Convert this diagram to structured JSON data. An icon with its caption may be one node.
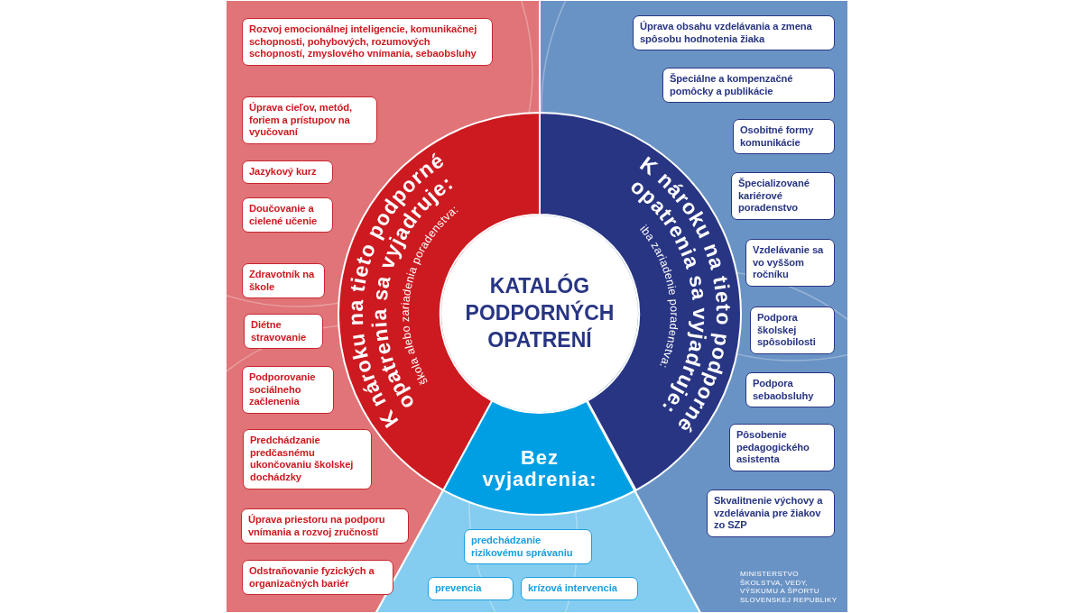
{
  "diagram": {
    "nodes": [
      {
        "text": [
          "KATALÓG PODPORNÝCH OPATRENÍ"
        ]
      },
      {
        "text": [
          "K nároku na tieto podporné opatrenia sa vyjadruje:",
          "škola alebo zariadenia poradenstva:"
        ]
      },
      {
        "text": [
          "Rozvoj emocionálnej inteligencie, komunikačnej schopnosti, pohybových, rozumových schopností, zmyslového vnímania, sebaobsluhy"
        ]
      },
      {
        "text": [
          "Úprava cieľov, metód, foriem a prístupov na vyučovaní"
        ]
      },
      {
        "text": [
          "Jazykový kurz"
        ]
      },
      {
        "text": [
          "Doučovanie a cielené učenie"
        ]
      },
      {
        "text": [
          "Zdravotník na škole"
        ]
      },
      {
        "text": [
          "Diétne stravovanie"
        ]
      },
      {
        "text": [
          "Podporovanie sociálneho začlenenia"
        ]
      },
      {
        "text": [
          "Predchádzanie predčasnému ukončovaniu školskej dochádzky"
        ]
      },
      {
        "text": [
          "Úprava priestoru na podporu vnímania a rozvoj zručností"
        ]
      },
      {
        "text": [
          "Odstraňovanie fyzických a organizačných bariér"
        ]
      },
      {
        "text": [
          "K nároku na tieto podporné opatrenia sa vyjadruje:",
          "iba zariadenie poradenstva:"
        ]
      },
      {
        "text": [
          "Úprava obsahu vzdelávania a zmena spôsobu hodnotenia žiaka"
        ]
      },
      {
        "text": [
          "Špeciálne a kompenzačné pomôcky a publikácie"
        ]
      },
      {
        "text": [
          "Osobitné formy komunikácie"
        ]
      },
      {
        "text": [
          "Špecializované kariérové poradenstvo"
        ]
      },
      {
        "text": [
          "Vzdelávanie sa vo vyššom ročníku"
        ]
      },
      {
        "text": [
          "Podpora školskej spôsobilosti"
        ]
      },
      {
        "text": [
          "Podpora sebaobsluhy"
        ]
      },
      {
        "text": [
          "Pôsobenie pedagogického asistenta"
        ]
      },
      {
        "text": [
          "Skvalitnenie výchovy a vzdelávania pre žiakov zo SZP"
        ]
      },
      {
        "text": [
          "Bez vyjadrenia:"
        ]
      },
      {
        "text": [
          "predchádzanie rizikovému správaniu"
        ]
      },
      {
        "text": [
          "prevencia"
        ]
      },
      {
        "text": [
          "krízová intervencia"
        ]
      }
    ],
    "labels": [
      "MINISTERSTVO ŠKOLSTVA, VEDY, VÝSKUMU A ŠPORTU SLOVENSKEJ REPUBLIKY"
    ]
  }
}
